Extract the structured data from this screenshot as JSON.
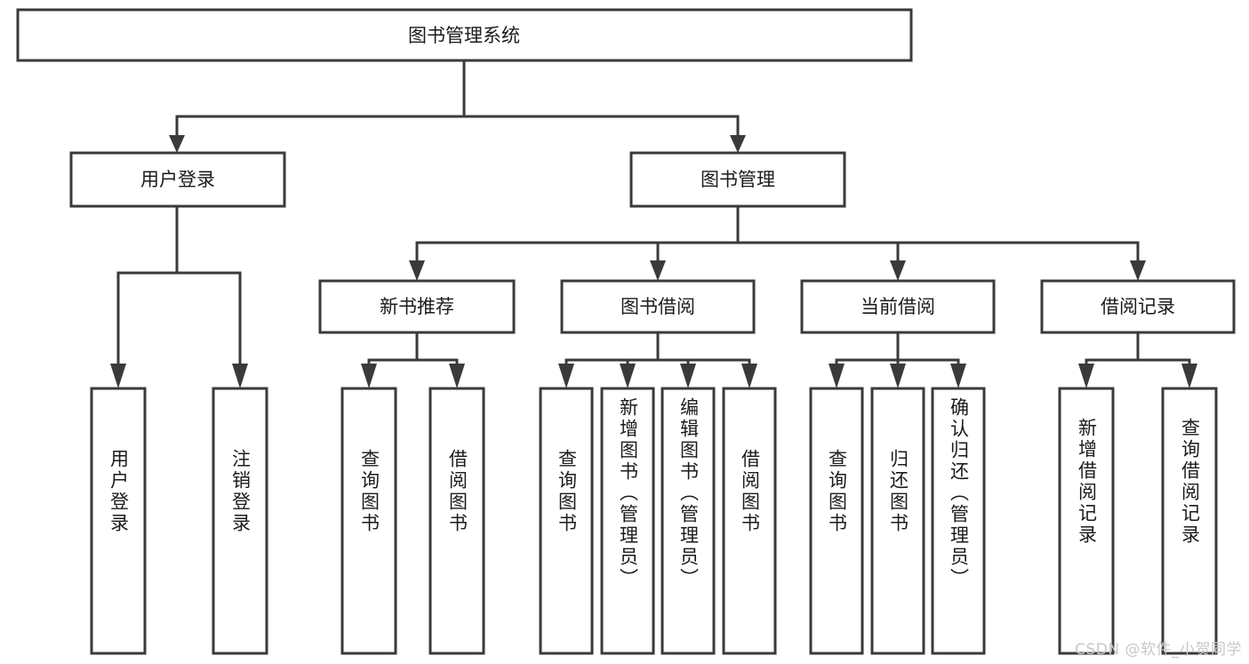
{
  "diagram": {
    "title": "图书管理系统",
    "type": "tree",
    "watermark": "CSDN @软件_小贺同学",
    "colors": {
      "box_stroke": "#3a3a3a",
      "box_fill": "#ffffff",
      "text": "#1b1b1b",
      "background": "#ffffff",
      "watermark": "#c8c8c8"
    },
    "root": {
      "label": "图书管理系统"
    },
    "level2": [
      {
        "label": "用户登录"
      },
      {
        "label": "图书管理"
      }
    ],
    "level3": [
      {
        "label": "新书推荐"
      },
      {
        "label": "图书借阅"
      },
      {
        "label": "当前借阅"
      },
      {
        "label": "借阅记录"
      }
    ],
    "leaves": {
      "user_login": [
        {
          "label": "用户登录"
        },
        {
          "label": "注销登录"
        }
      ],
      "new_book_recommend": [
        {
          "label": "查询图书"
        },
        {
          "label": "借阅图书"
        }
      ],
      "book_borrow": [
        {
          "label": "查询图书"
        },
        {
          "label": "新增图书（管理员）"
        },
        {
          "label": "编辑图书（管理员）"
        },
        {
          "label": "借阅图书"
        }
      ],
      "current_borrow": [
        {
          "label": "查询图书"
        },
        {
          "label": "归还图书"
        },
        {
          "label": "确认归还（管理员）"
        }
      ],
      "borrow_record": [
        {
          "label": "新增借阅记录"
        },
        {
          "label": "查询借阅记录"
        }
      ]
    }
  }
}
